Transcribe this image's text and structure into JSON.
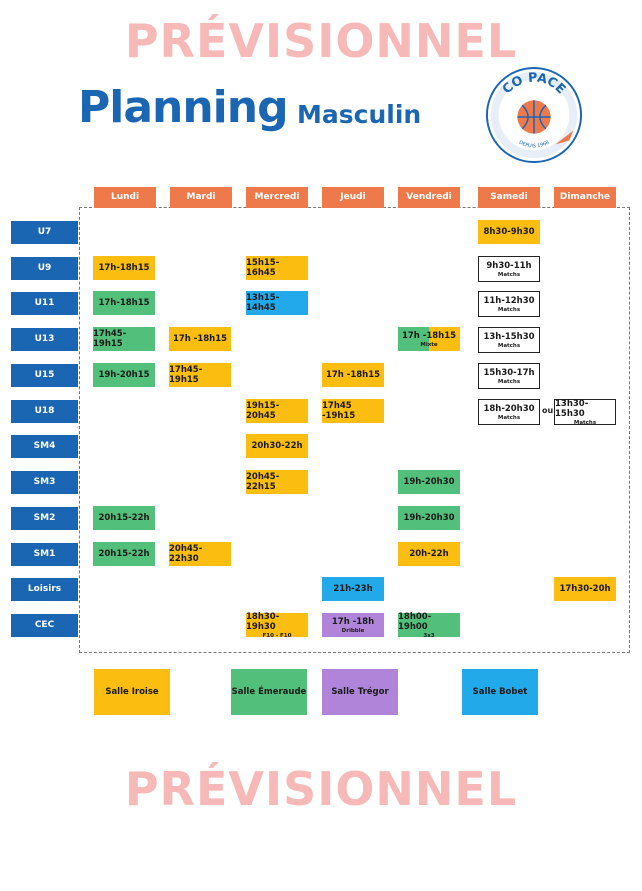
{
  "watermark": "PRÉVISIONNEL",
  "title": "Planning",
  "subtitle": "Masculin",
  "logo": {
    "text_top": "CO PACE",
    "text_bottom": "DEPUIS 1968"
  },
  "colors": {
    "yellow": "#fbbd0f",
    "green": "#52c07a",
    "blue": "#21a9ea",
    "purple": "#b085d9",
    "header": "#ee7a4c",
    "category": "#1b66b3"
  },
  "days": [
    "Lundi",
    "Mardi",
    "Mercredi",
    "Jeudi",
    "Vendredi",
    "Samedi",
    "Dimanche"
  ],
  "categories": [
    "U7",
    "U9",
    "U11",
    "U13",
    "U15",
    "U18",
    "SM4",
    "SM3",
    "SM2",
    "SM1",
    "Loisirs",
    "CEC"
  ],
  "sessions": [
    {
      "cat": 0,
      "day": 5,
      "time": "8h30-9h30",
      "color": "yellow"
    },
    {
      "cat": 1,
      "day": 0,
      "time": "17h-18h15",
      "color": "yellow"
    },
    {
      "cat": 1,
      "day": 2,
      "time": "15h15-16h45",
      "color": "yellow"
    },
    {
      "cat": 1,
      "day": 5,
      "time": "9h30-11h",
      "note": "Matchs",
      "color": "white"
    },
    {
      "cat": 2,
      "day": 0,
      "time": "17h-18h15",
      "color": "green"
    },
    {
      "cat": 2,
      "day": 2,
      "time": "13h15-14h45",
      "color": "blue"
    },
    {
      "cat": 2,
      "day": 5,
      "time": "11h-12h30",
      "note": "Matchs",
      "color": "white"
    },
    {
      "cat": 3,
      "day": 0,
      "time": "17h45-19h15",
      "color": "green"
    },
    {
      "cat": 3,
      "day": 1,
      "time": "17h -18h15",
      "color": "yellow"
    },
    {
      "cat": 3,
      "day": 4,
      "time": "17h -18h15",
      "note": "Mixte",
      "color": "split"
    },
    {
      "cat": 3,
      "day": 5,
      "time": "13h-15h30",
      "note": "Matchs",
      "color": "white"
    },
    {
      "cat": 4,
      "day": 0,
      "time": "19h-20h15",
      "color": "green"
    },
    {
      "cat": 4,
      "day": 1,
      "time": "17h45-19h15",
      "color": "yellow"
    },
    {
      "cat": 4,
      "day": 3,
      "time": "17h -18h15",
      "color": "yellow"
    },
    {
      "cat": 4,
      "day": 5,
      "time": "15h30-17h",
      "note": "Matchs",
      "color": "white"
    },
    {
      "cat": 5,
      "day": 2,
      "time": "19h15-20h45",
      "color": "yellow"
    },
    {
      "cat": 5,
      "day": 3,
      "time": "17h45 -19h15",
      "color": "yellow"
    },
    {
      "cat": 5,
      "day": 5,
      "time": "18h-20h30",
      "note": "Matchs",
      "color": "white"
    },
    {
      "cat": 5,
      "day": 6,
      "time": "13h30-15h30",
      "note": "Matchs",
      "color": "white"
    },
    {
      "cat": 6,
      "day": 2,
      "time": "20h30-22h",
      "color": "yellow"
    },
    {
      "cat": 7,
      "day": 2,
      "time": "20h45-22h15",
      "color": "yellow"
    },
    {
      "cat": 7,
      "day": 4,
      "time": "19h-20h30",
      "color": "green"
    },
    {
      "cat": 8,
      "day": 0,
      "time": "20h15-22h",
      "color": "green"
    },
    {
      "cat": 8,
      "day": 4,
      "time": "19h-20h30",
      "color": "green"
    },
    {
      "cat": 9,
      "day": 0,
      "time": "20h15-22h",
      "color": "green"
    },
    {
      "cat": 9,
      "day": 1,
      "time": "20h45-22h30",
      "color": "yellow"
    },
    {
      "cat": 9,
      "day": 4,
      "time": "20h-22h",
      "color": "yellow"
    },
    {
      "cat": 10,
      "day": 3,
      "time": "21h-23h",
      "color": "blue"
    },
    {
      "cat": 10,
      "day": 6,
      "time": "17h30-20h",
      "color": "yellow"
    },
    {
      "cat": 11,
      "day": 2,
      "time": "18h30-19h30",
      "note": "F10 - F10",
      "color": "yellow"
    },
    {
      "cat": 11,
      "day": 3,
      "time": "17h -18h",
      "note": "Dribble",
      "color": "purple"
    },
    {
      "cat": 11,
      "day": 4,
      "time": "18h00-19h00",
      "note": "3x3",
      "color": "green"
    }
  ],
  "ou_label": "ou",
  "legend": [
    {
      "label": "Salle Iroise",
      "color": "yellow"
    },
    {
      "label": "Salle Émeraude",
      "color": "green"
    },
    {
      "label": "Salle Trégor",
      "color": "purple"
    },
    {
      "label": "Salle Bobet",
      "color": "blue"
    }
  ]
}
